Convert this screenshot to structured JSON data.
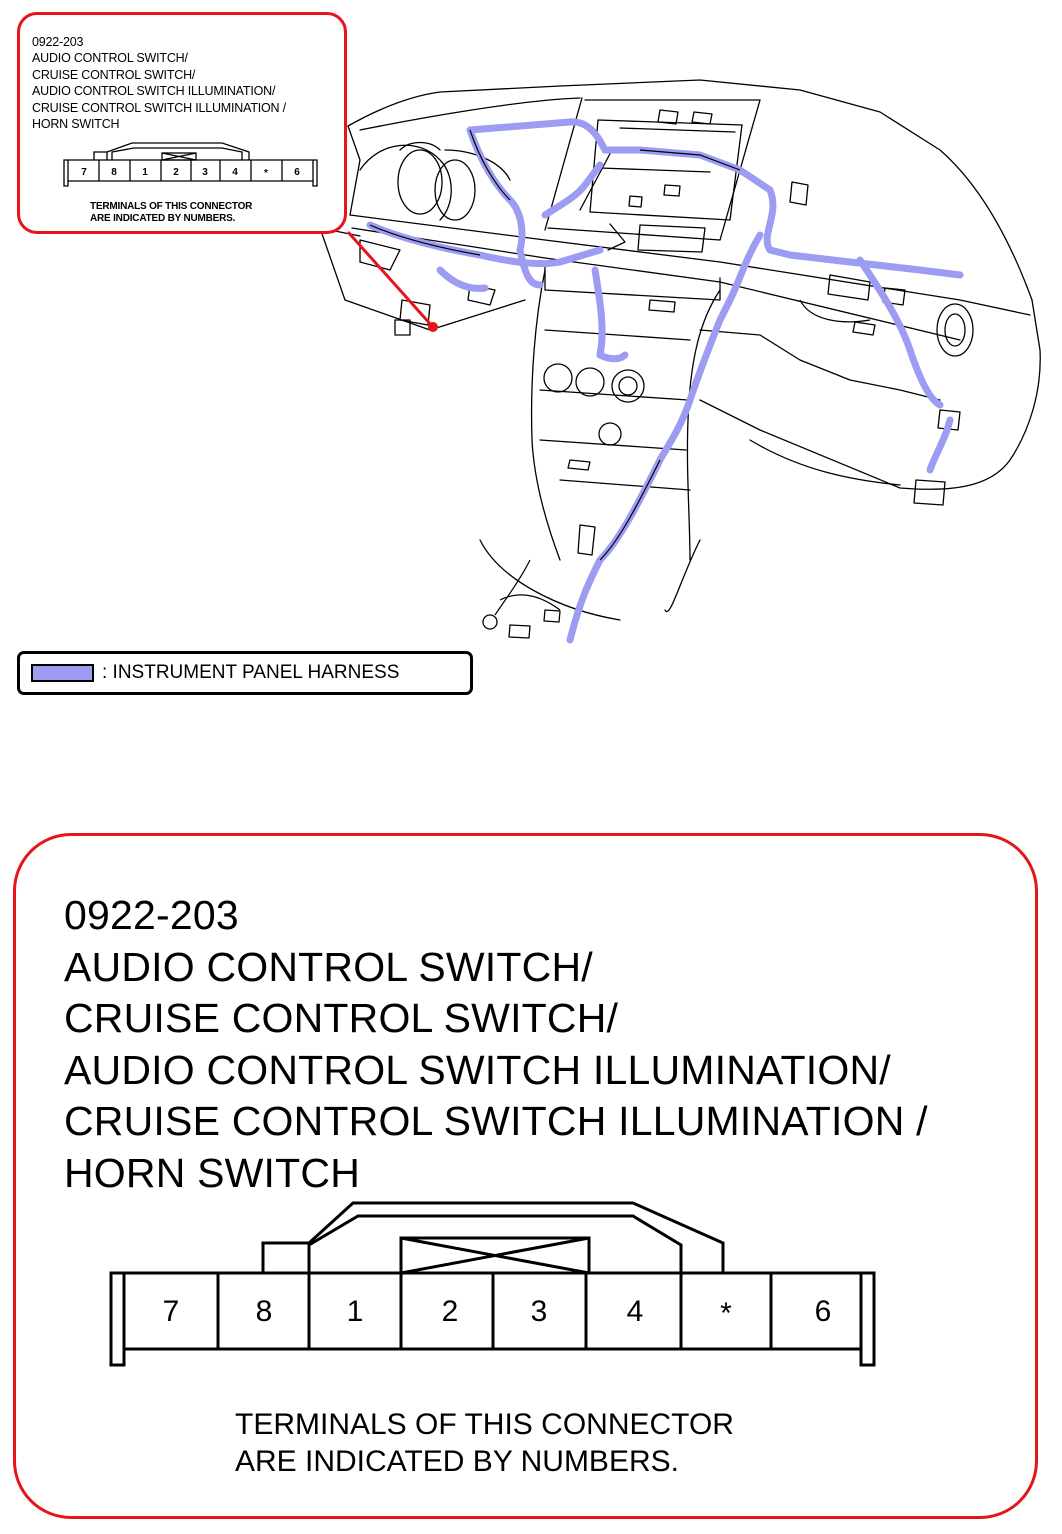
{
  "connector": {
    "code": "0922-203",
    "names": [
      "AUDIO CONTROL SWITCH/",
      "CRUISE CONTROL SWITCH/",
      "AUDIO CONTROL SWITCH ILLUMINATION/",
      "CRUISE CONTROL SWITCH ILLUMINATION /",
      "HORN SWITCH"
    ],
    "terminals": [
      "7",
      "8",
      "1",
      "2",
      "3",
      "4",
      "*",
      "6"
    ],
    "note_lines": [
      "TERMINALS OF THIS CONNECTOR",
      "ARE INDICATED BY NUMBERS."
    ]
  },
  "legend": {
    "label": ": INSTRUMENT PANEL HARNESS",
    "color": "#9b9cf2"
  },
  "colors": {
    "callout_border": "#e8141c",
    "harness": "#9b9cf2",
    "line": "#000000"
  }
}
